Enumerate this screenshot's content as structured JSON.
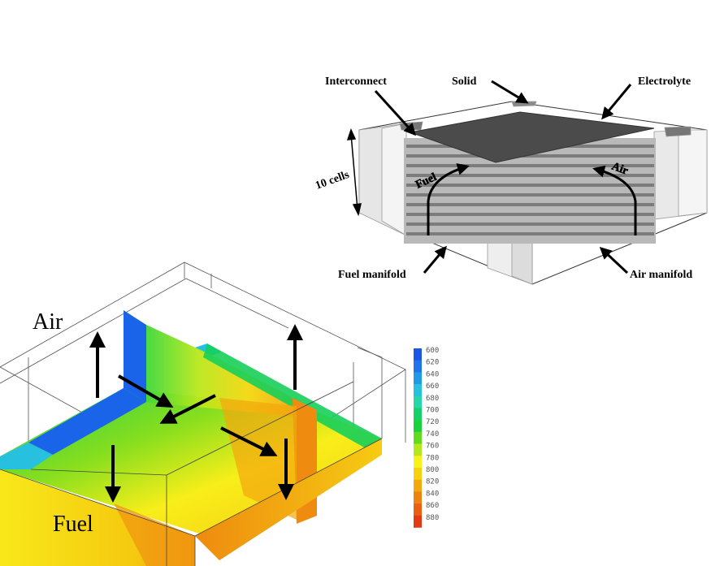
{
  "stack_diagram": {
    "labels": {
      "interconnect": "Interconnect",
      "solid": "Solid",
      "electrolyte": "Electrolyte",
      "cells": "10 cells",
      "fuel_flow": "Fuel",
      "air_flow": "Air",
      "fuel_manifold": "Fuel manifold",
      "air_manifold": "Air manifold"
    },
    "colors": {
      "top_plate": "#4a4a4a",
      "manifold": "#e8e8e8",
      "channel": "#7c7c7c"
    }
  },
  "thermal_plot": {
    "labels": {
      "air": "Air",
      "fuel": "Fuel"
    },
    "colorbar": {
      "ticks": [
        "600",
        "620",
        "640",
        "660",
        "680",
        "700",
        "720",
        "740",
        "760",
        "780",
        "800",
        "820",
        "840",
        "860",
        "880"
      ],
      "colors": [
        "#1a56e8",
        "#1f74ec",
        "#1e9be6",
        "#27c0df",
        "#25d6a8",
        "#16d06a",
        "#1cd23c",
        "#63db1d",
        "#b5e81c",
        "#f8f21a",
        "#f6d20e",
        "#f3a80d",
        "#ee8410",
        "#ea5f12",
        "#e23a12"
      ]
    }
  }
}
